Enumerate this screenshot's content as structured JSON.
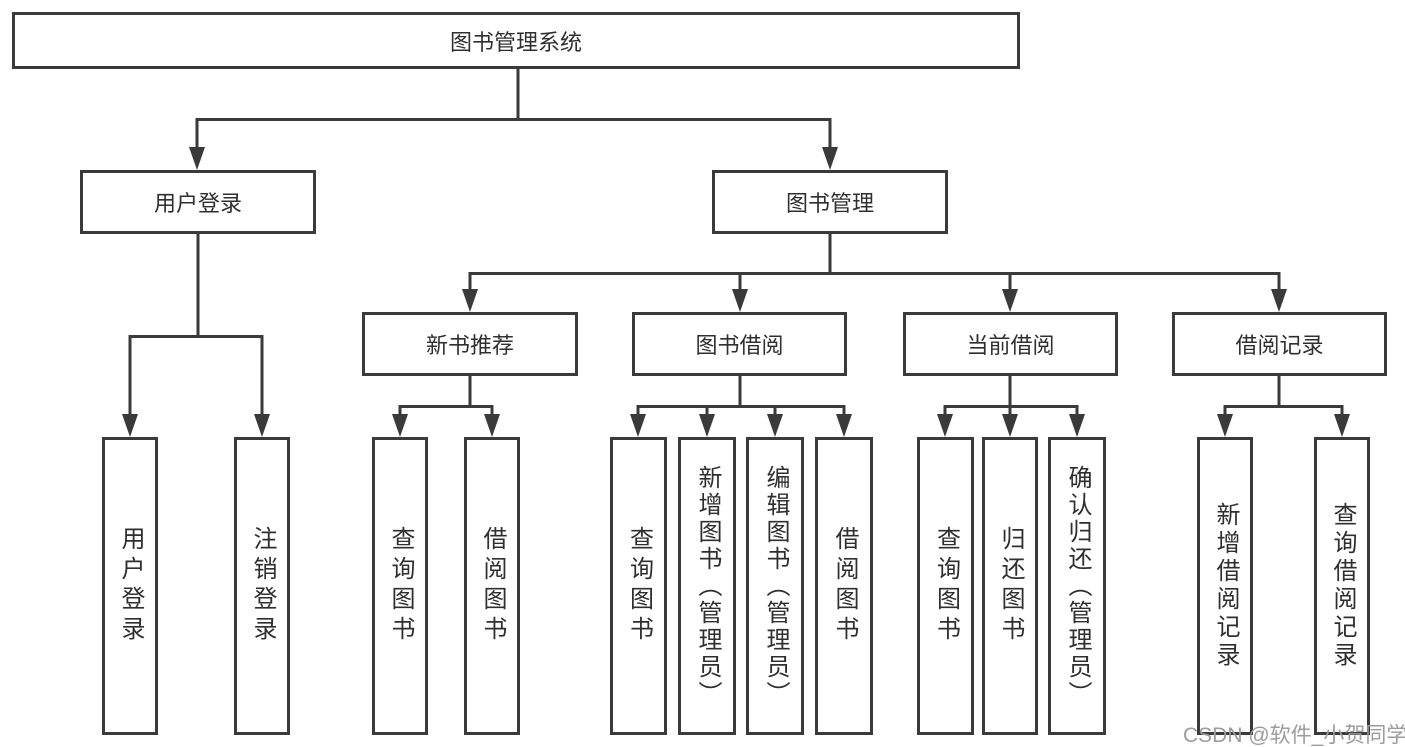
{
  "colors": {
    "line": "#3a3a3a",
    "box_border": "#3a3a3a",
    "text": "#2f2f2f",
    "background": "#ffffff",
    "watermark": "#9c9c9c"
  },
  "diagram": {
    "root": {
      "label": "图书管理系统"
    },
    "level2": {
      "user_login": {
        "label": "用户登录"
      },
      "book_management": {
        "label": "图书管理"
      }
    },
    "user_login_children": [
      {
        "label": "用户登录"
      },
      {
        "label": "注销登录"
      }
    ],
    "level3": {
      "new_book_recommend": {
        "label": "新书推荐"
      },
      "book_borrowing": {
        "label": "图书借阅"
      },
      "current_borrowing": {
        "label": "当前借阅"
      },
      "borrowing_records": {
        "label": "借阅记录"
      }
    },
    "new_book_recommend_children": [
      {
        "label": "查询图书"
      },
      {
        "label": "借阅图书"
      }
    ],
    "book_borrowing_children": [
      {
        "label": "查询图书"
      },
      {
        "label": "新增图书（管理员）"
      },
      {
        "label": "编辑图书（管理员）"
      },
      {
        "label": "借阅图书"
      }
    ],
    "current_borrowing_children": [
      {
        "label": "查询图书"
      },
      {
        "label": "归还图书"
      },
      {
        "label": "确认归还（管理员）"
      }
    ],
    "borrowing_records_children": [
      {
        "label": "新增借阅记录"
      },
      {
        "label": "查询借阅记录"
      }
    ]
  },
  "watermark": {
    "text": "CSDN @软件_小贺同学"
  }
}
